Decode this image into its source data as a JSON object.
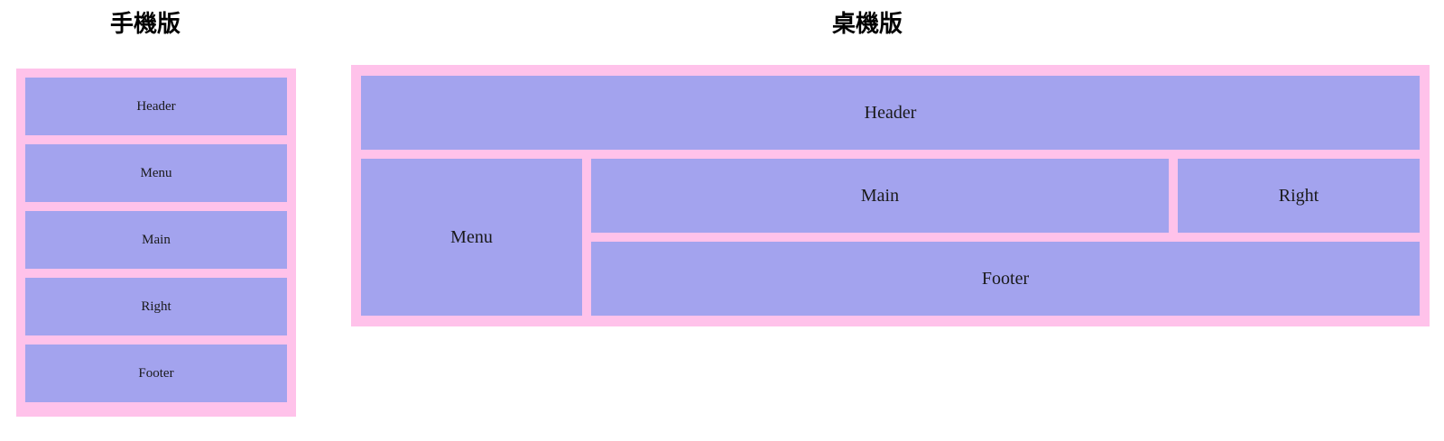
{
  "page": {
    "background": "#ffffff",
    "pink": "#ffc2ea",
    "purple": "#a3a3ee",
    "text_color": "#1a1a1a"
  },
  "sections": {
    "mobile": {
      "title": "手機版",
      "blocks": [
        {
          "label": "Header"
        },
        {
          "label": "Menu"
        },
        {
          "label": "Main"
        },
        {
          "label": "Right"
        },
        {
          "label": "Footer"
        }
      ]
    },
    "desktop": {
      "title": "桌機版",
      "blocks": [
        {
          "label": "Header"
        },
        {
          "label": "Menu"
        },
        {
          "label": "Main"
        },
        {
          "label": "Right"
        },
        {
          "label": "Footer"
        }
      ]
    }
  }
}
